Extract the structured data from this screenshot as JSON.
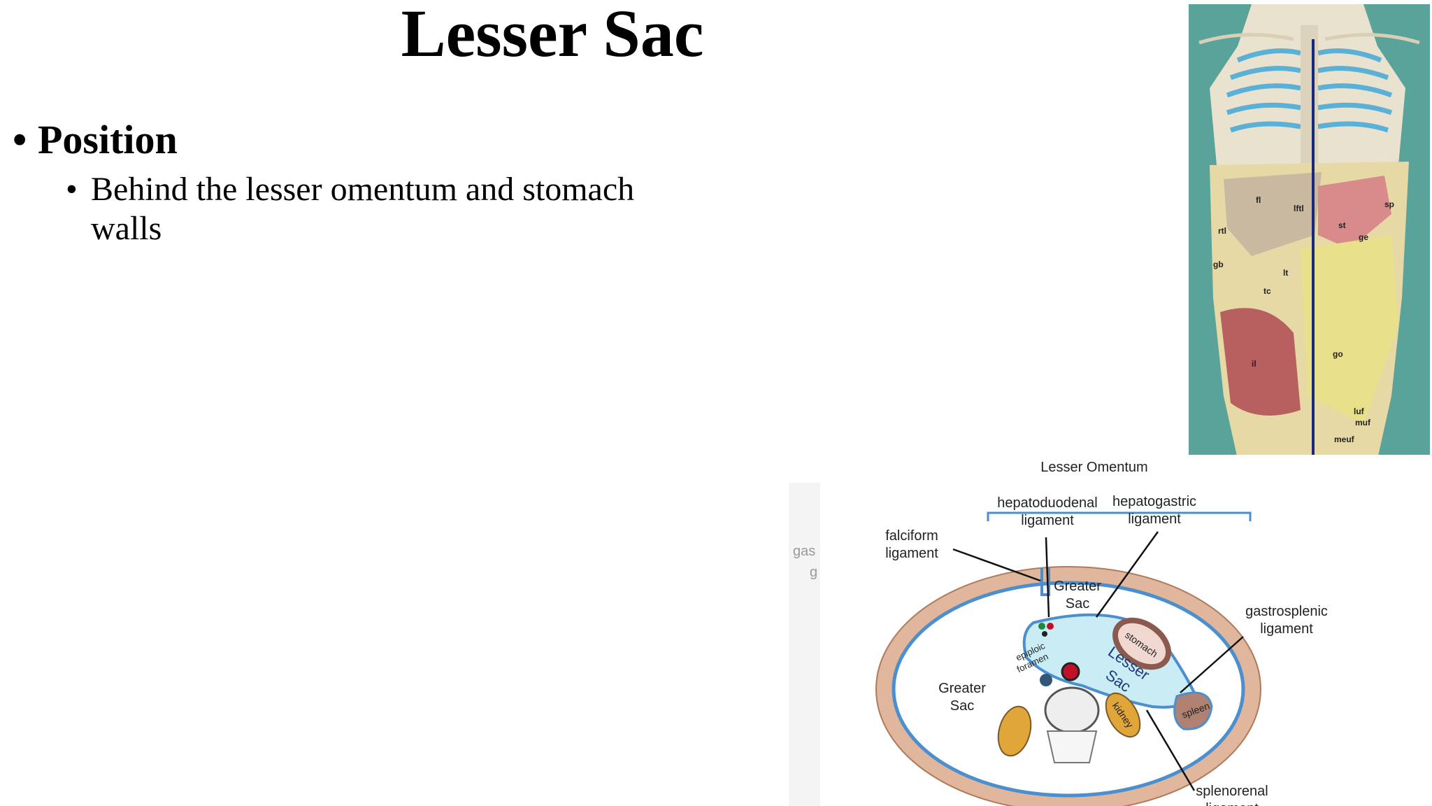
{
  "slide": {
    "title": "Lesser Sac",
    "bullet_heading": "Position",
    "bullet_text": "Behind the lesser omentum and stomach walls"
  },
  "photo_labels": {
    "fl": "fl",
    "lftl": "lftl",
    "sp": "sp",
    "st": "st",
    "rtl": "rtl",
    "ge": "ge",
    "gb": "gb",
    "lt": "lt",
    "tc": "tc",
    "go": "go",
    "il": "il",
    "luf": "luf",
    "muf": "muf",
    "meuf": "meuf"
  },
  "diagram_labels": {
    "lesser_omentum": "Lesser Omentum",
    "hepatoduodenal_1": "hepatoduodenal",
    "hepatoduodenal_2": "ligament",
    "hepatogastric_1": "hepatogastric",
    "hepatogastric_2": "ligament",
    "falciform_1": "falciform",
    "falciform_2": "ligament",
    "greater_sac_top_1": "Greater",
    "greater_sac_top_2": "Sac",
    "greater_sac_left_1": "Greater",
    "greater_sac_left_2": "Sac",
    "gastrosplenic_1": "gastrosplenic",
    "gastrosplenic_2": "ligament",
    "stomach": "stomach",
    "lesser_sac_1": "Lesser",
    "lesser_sac_2": "Sac",
    "epiploic_1": "epiploic",
    "epiploic_2": "foramen",
    "kidney": "kidney",
    "spleen": "spleen",
    "splenorenal_1": "splenorenal",
    "splenorenal_2": "ligament",
    "cropped_1": "gas",
    "cropped_2": "g"
  },
  "colors": {
    "teal_bg": "#5aa39a",
    "body_wall": "#e0b69c",
    "peritoneum": "#4b8fcf",
    "lesser_sac_fill": "#c9ecf5",
    "kidney": "#e0a63a",
    "spleen": "#b08070"
  }
}
